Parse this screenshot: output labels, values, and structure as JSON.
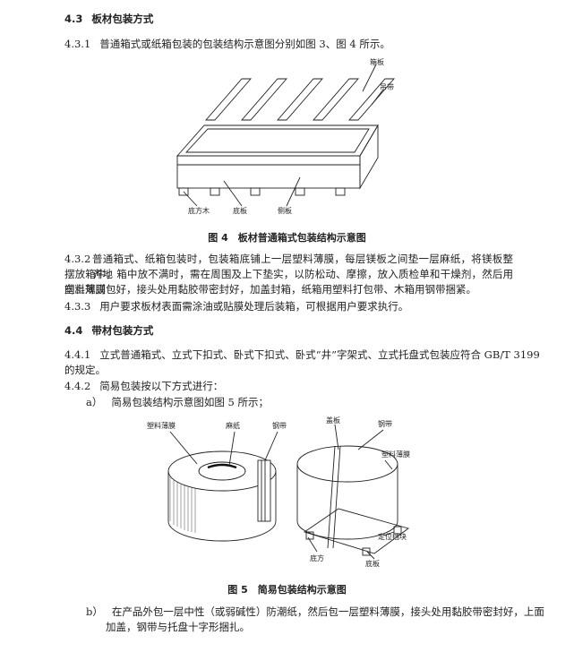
{
  "sec_4_3": {
    "num": "4.3",
    "title": "板材包装方式"
  },
  "sec_4_3_1": {
    "num": "4.3.1",
    "text": "普通箱式或纸箱包装的包装结构示意图分别如图 3、图 4 所示。"
  },
  "fig4": {
    "labels": {
      "cover": "箱板",
      "strap": "吊带",
      "bottom_support": "底方木",
      "bottom_board": "底板",
      "side_board": "侧板"
    },
    "caption": "图 4　板材普通箱式包装结构示意图"
  },
  "sec_4_3_2": {
    "num": "4.3.2",
    "lines": [
      "普通箱式、纸箱包装时，包装箱底铺上一层塑料薄膜，每层镁板之间垫一层麻纸，将镁板整齐地",
      "摆放箱中，箱中放不满时，需在周围及上下垫实，以防松动、摩擦，放入质检单和干燥剂，然后用塑料薄膜",
      "向上规则包好，接头处用黏胶带密封好，加盖封箱，纸箱用塑料打包带、木箱用钢带捆紧。"
    ]
  },
  "sec_4_3_3": {
    "num": "4.3.3",
    "text": "用户要求板材表面需涂油或贴膜处理后装箱，可根据用户要求执行。"
  },
  "sec_4_4": {
    "num": "4.4",
    "title": "带材包装方式"
  },
  "sec_4_4_1": {
    "num": "4.4.1",
    "lines": [
      "立式普通箱式、立式下扣式、卧式下扣式、卧式“井”字架式、立式托盘式包装应符合 GB/T 3199",
      "的规定。"
    ]
  },
  "sec_4_4_2": {
    "num": "4.4.2",
    "text": "简易包装按以下方式进行："
  },
  "item_a": {
    "mark": "a）",
    "text": "简易包装结构示意图如图 5 所示；"
  },
  "fig5": {
    "labels": {
      "plastic_film": "塑料薄膜",
      "linen_paper": "麻纸",
      "steel_strap": "钢带",
      "top_board": "盖板",
      "strap": "钢带",
      "plastic_film_2": "塑料薄膜",
      "support": "底方",
      "pallet": "底板",
      "fixing_block": "定位挡块"
    },
    "caption": "图 5　简易包装结构示意图"
  },
  "item_b": {
    "mark": "b）",
    "lines": [
      "在产品外包一层中性（或弱碱性）防潮纸，然后包一层塑料薄膜，接头处用黏胶带密封好，上面",
      "加盖，钢带与托盘十字形捆扎。"
    ]
  }
}
